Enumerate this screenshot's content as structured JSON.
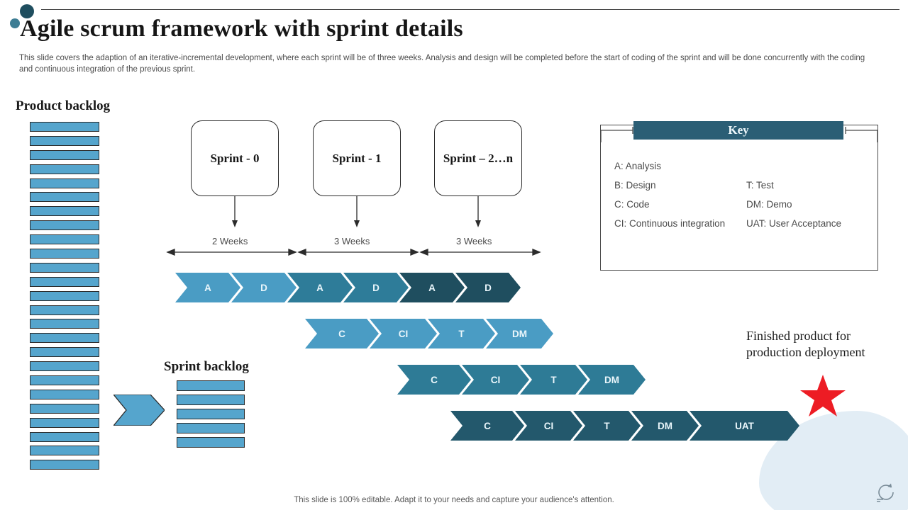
{
  "header": {
    "title": "Agile scrum framework with sprint details",
    "subtitle": "This slide covers the adaption of an iterative-incremental development, where each sprint will be of three weeks. Analysis and design will be completed before the start of coding of the sprint and will be done concurrently with the coding and continuous integration of the previous sprint."
  },
  "backlogs": {
    "product_title": "Product backlog",
    "product_bar_count": 25,
    "sprint_title": "Sprint backlog",
    "sprint_bar_count": 5
  },
  "sprints": [
    {
      "label": "Sprint - 0",
      "duration": "2 Weeks"
    },
    {
      "label": "Sprint - 1",
      "duration": "3 Weeks"
    },
    {
      "label": "Sprint – 2…n",
      "duration": "3 Weeks"
    }
  ],
  "chevron_rows": [
    {
      "name": "analysis-design-row",
      "items": [
        {
          "label": "A",
          "shade": "c-l1"
        },
        {
          "label": "D",
          "shade": "c-l1"
        },
        {
          "label": "A",
          "shade": "c-l2"
        },
        {
          "label": "D",
          "shade": "c-l2"
        },
        {
          "label": "A",
          "shade": "c-l3"
        },
        {
          "label": "D",
          "shade": "c-l3"
        }
      ]
    },
    {
      "name": "sprint0-delivery-row",
      "items": [
        {
          "label": "C",
          "shade": "c-l1"
        },
        {
          "label": "C\nI",
          "shade": "c-l1"
        },
        {
          "label": "T",
          "shade": "c-l1"
        },
        {
          "label": "DM",
          "shade": "c-l1"
        }
      ]
    },
    {
      "name": "sprint1-delivery-row",
      "items": [
        {
          "label": "C",
          "shade": "c-mid"
        },
        {
          "label": "CI",
          "shade": "c-mid"
        },
        {
          "label": "T",
          "shade": "c-mid"
        },
        {
          "label": "DM",
          "shade": "c-mid"
        }
      ]
    },
    {
      "name": "sprint2n-delivery-row",
      "items": [
        {
          "label": "C",
          "shade": "c-dark"
        },
        {
          "label": "CI",
          "shade": "c-dark"
        },
        {
          "label": "T",
          "shade": "c-dark"
        },
        {
          "label": "DM",
          "shade": "c-dark"
        },
        {
          "label": "UAT",
          "shade": "c-dark"
        }
      ]
    }
  ],
  "key": {
    "header": "Key",
    "rows": [
      {
        "left": "A: Analysis",
        "right": ""
      },
      {
        "left": "B: Design",
        "right": "T:  Test"
      },
      {
        "left": "C: Code",
        "right": "DM: Demo"
      },
      {
        "left": "CI: Continuous integration",
        "right": "UAT: User Acceptance"
      }
    ]
  },
  "finished_product": {
    "label": "Finished product for production deployment",
    "star_color": "#ED1C24"
  },
  "footer": {
    "note": "This slide is 100% editable. Adapt it to your needs and capture your audience's attention."
  },
  "colors": {
    "accent_light": "#4a9cc4",
    "accent_mid": "#2e7b96",
    "accent_dark": "#1f4e5f",
    "bar_fill": "#55a5cd",
    "blob": "#e2edf5"
  }
}
